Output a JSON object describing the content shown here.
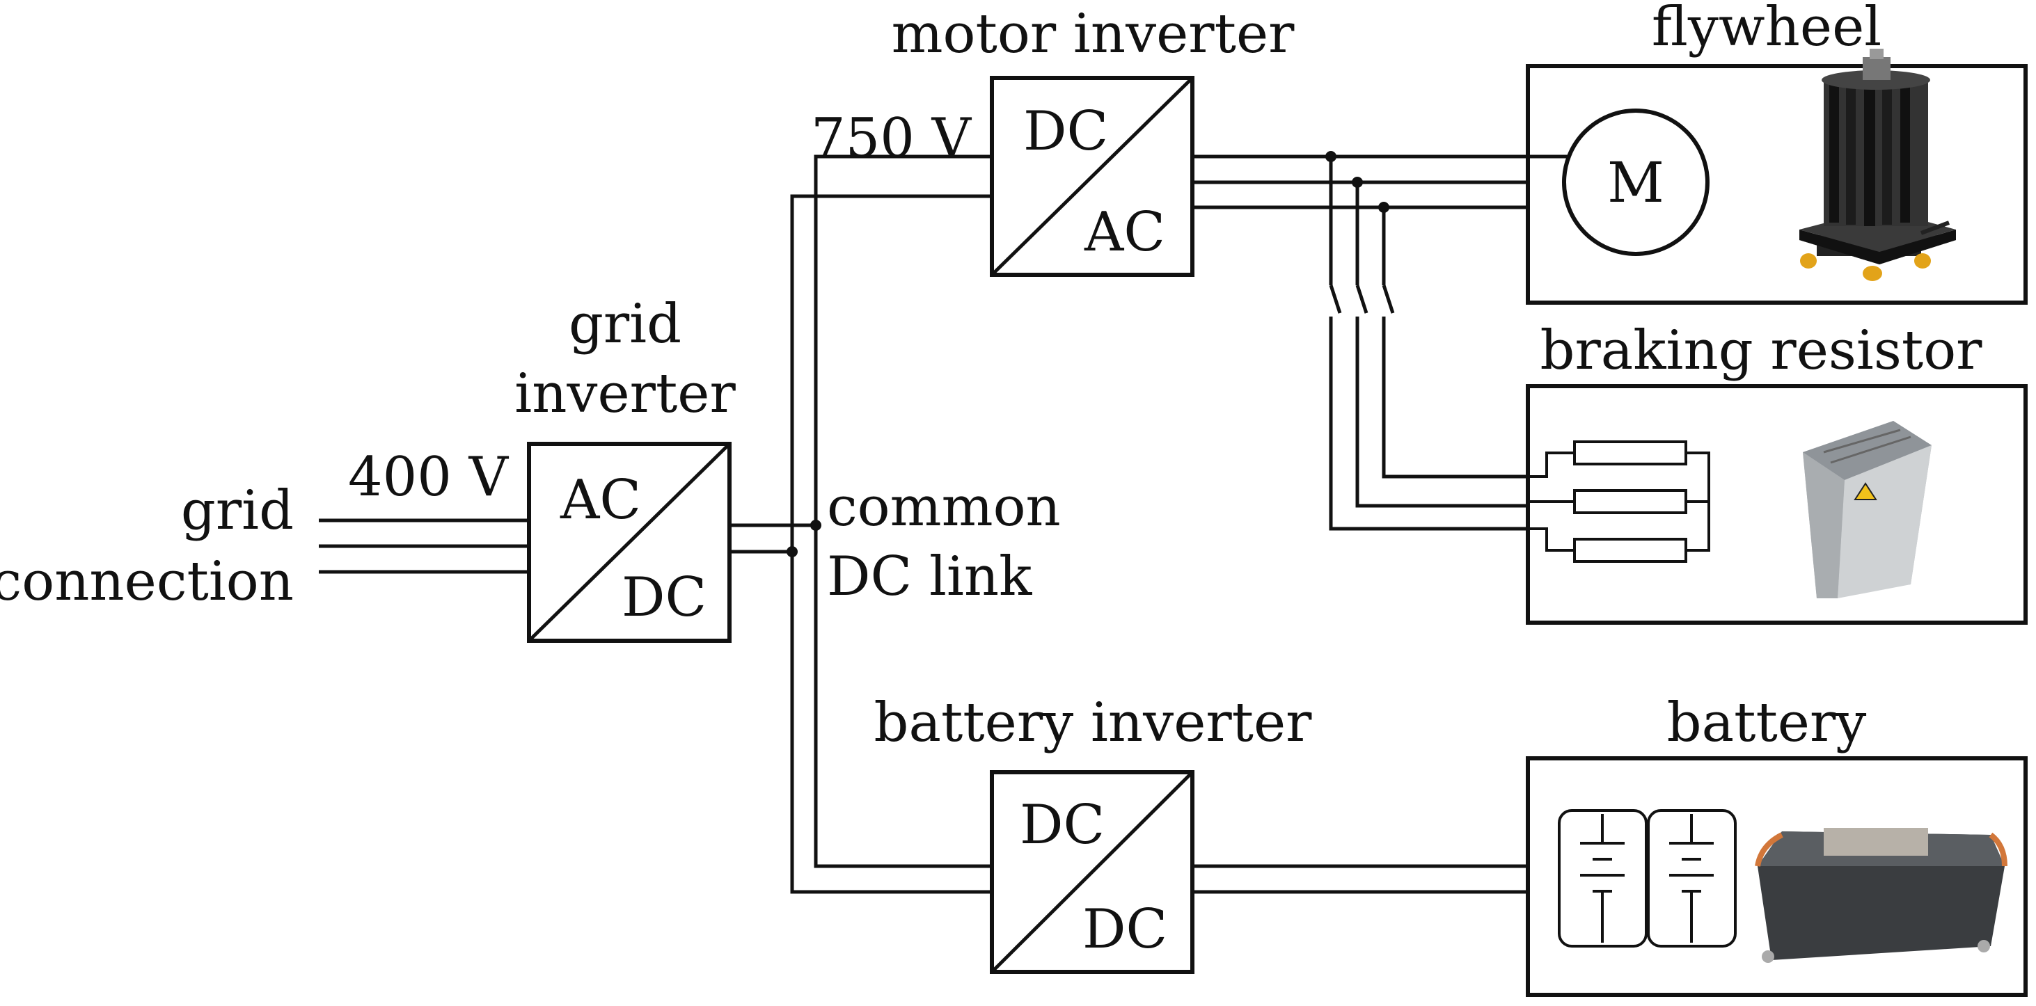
{
  "grid_connection": {
    "line1": "grid",
    "line2": "connection",
    "voltage": "400 V"
  },
  "grid_inverter": {
    "title_line1": "grid",
    "title_line2": "inverter",
    "input": "AC",
    "output": "DC"
  },
  "dc_link": {
    "line1": "common",
    "line2": "DC link",
    "voltage": "750 V"
  },
  "motor_inverter": {
    "title": "motor inverter",
    "input": "DC",
    "output": "AC"
  },
  "battery_inverter": {
    "title": "battery inverter",
    "input": "DC",
    "output": "DC"
  },
  "flywheel": {
    "title": "flywheel",
    "motor_symbol": "M"
  },
  "braking_resistor": {
    "title": "braking resistor"
  },
  "battery": {
    "title": "battery"
  }
}
